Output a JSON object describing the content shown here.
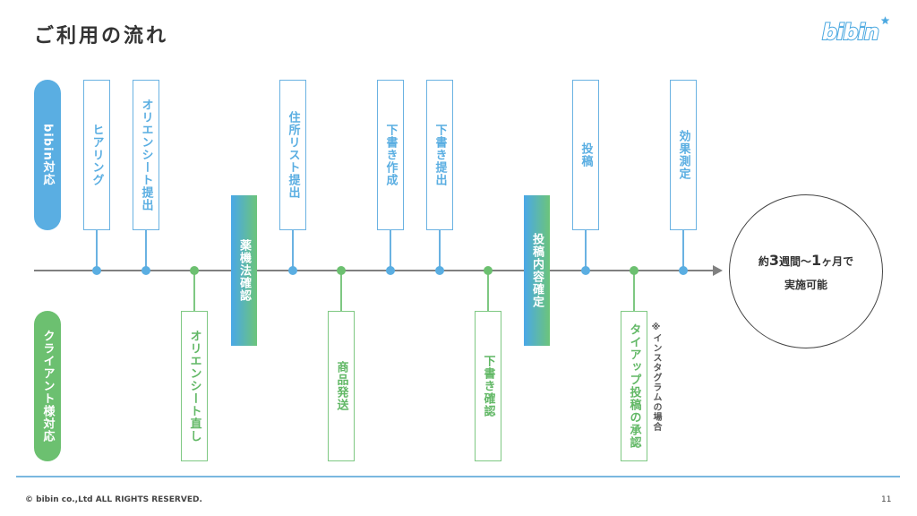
{
  "header": {
    "title": "ご利用の流れ",
    "logo": "bibin"
  },
  "lanes": {
    "bibin": "bibin対応",
    "client": "クライアント様対応"
  },
  "bibin_steps": [
    "ヒアリング",
    "オリエンシート提出",
    "住所リスト提出",
    "下書き作成",
    "下書き提出",
    "投稿",
    "効果測定"
  ],
  "client_steps": [
    "オリエンシート直し",
    "商品発送",
    "下書き確認",
    "タイアップ投稿の承認"
  ],
  "shared_steps": [
    "薬機法確認",
    "投稿内容確定"
  ],
  "note": "※インスタグラムの場合",
  "result": {
    "prefix": "約",
    "weeks": "3",
    "mid": "週間〜",
    "months": "1",
    "suffix": "ヶ月で",
    "line2": "実施可能"
  },
  "footer": {
    "copyright": "© bibin co.,Ltd ALL RIGHTS RESERVED.",
    "page": "11"
  },
  "colors": {
    "bibin": "#5aaee2",
    "client": "#6cc070",
    "axis": "#808080"
  }
}
